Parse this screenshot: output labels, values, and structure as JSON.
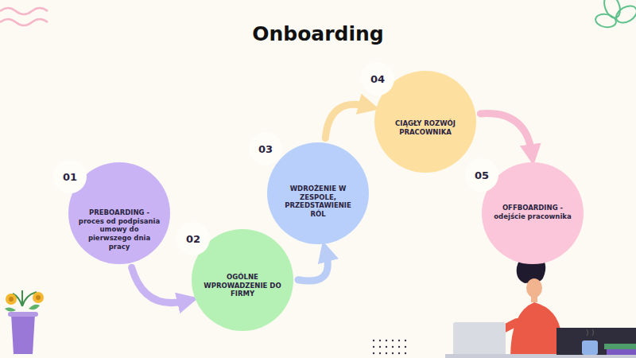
{
  "diagram": {
    "title": "Onboarding",
    "nodes": [
      {
        "text": [
          "01",
          "PREBOARDING - proces od podpisania umowy do pierwszego dnia pracy"
        ]
      },
      {
        "text": [
          "02",
          "OGÓLNE WPROWADZENIE DO FIRMY"
        ]
      },
      {
        "text": [
          "03",
          "WDROŻENIE W ZESPOLE, PRZEDSTAWIENIE RÓL"
        ]
      },
      {
        "text": [
          "04",
          "CIĄGŁY ROZWÓJ PRACOWNIKA"
        ]
      },
      {
        "text": [
          "05",
          "OFFBOARDING - odejście pracownika"
        ]
      }
    ],
    "edges": [
      {
        "from": 0,
        "to": 1,
        "arrow": "to"
      },
      {
        "from": 1,
        "to": 2,
        "arrow": "to"
      },
      {
        "from": 2,
        "to": 3,
        "arrow": "to"
      },
      {
        "from": 3,
        "to": 4,
        "arrow": "to"
      }
    ]
  }
}
